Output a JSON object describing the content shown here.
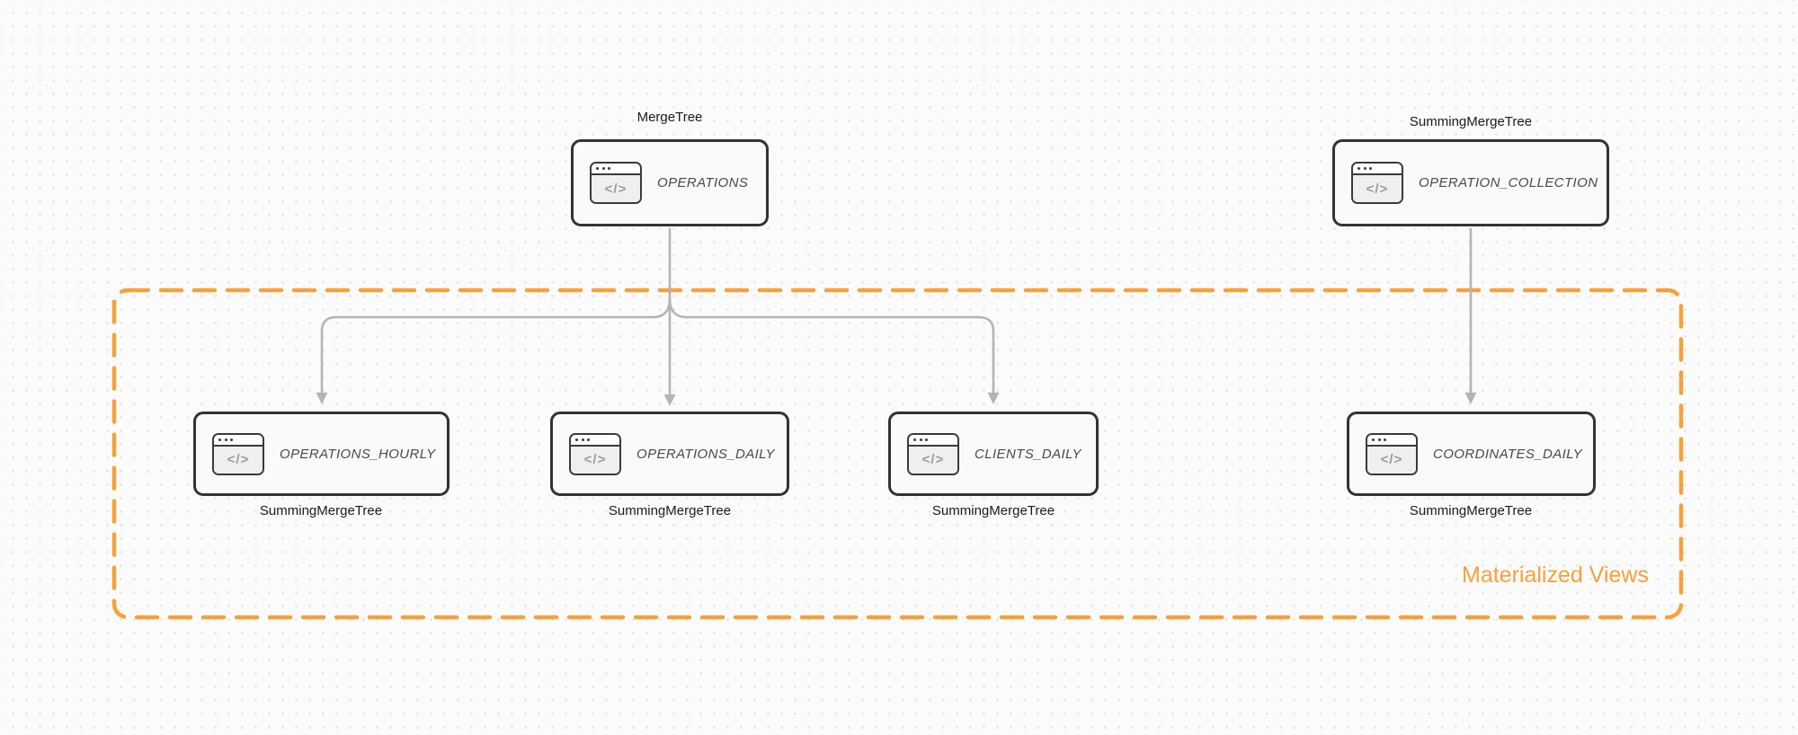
{
  "diagram": {
    "group_label": "Materialized Views",
    "icon": {
      "name": "code-window-icon",
      "glyph": "</>"
    },
    "colors": {
      "accent_orange": "#F6A13B",
      "arrow_gray": "#B4B4B4",
      "node_border": "#333333",
      "node_fill": "#F9FAFA"
    },
    "nodes": [
      {
        "id": "operations",
        "title": "OPERATIONS",
        "engine_label": "MergeTree",
        "engine_label_position": "above",
        "in_materialized_views_group": false
      },
      {
        "id": "operation_collection",
        "title": "OPERATION_COLLECTION",
        "engine_label": "SummingMergeTree",
        "engine_label_position": "above",
        "in_materialized_views_group": false
      },
      {
        "id": "operations_hourly",
        "title": "OPERATIONS_HOURLY",
        "engine_label": "SummingMergeTree",
        "engine_label_position": "below",
        "in_materialized_views_group": true
      },
      {
        "id": "operations_daily",
        "title": "OPERATIONS_DAILY",
        "engine_label": "SummingMergeTree",
        "engine_label_position": "below",
        "in_materialized_views_group": true
      },
      {
        "id": "clients_daily",
        "title": "CLIENTS_DAILY",
        "engine_label": "SummingMergeTree",
        "engine_label_position": "below",
        "in_materialized_views_group": true
      },
      {
        "id": "coordinates_daily",
        "title": "COORDINATES_DAILY",
        "engine_label": "SummingMergeTree",
        "engine_label_position": "below",
        "in_materialized_views_group": true
      }
    ],
    "edges": [
      {
        "from": "operations",
        "to": "operations_hourly"
      },
      {
        "from": "operations",
        "to": "operations_daily"
      },
      {
        "from": "operations",
        "to": "clients_daily"
      },
      {
        "from": "operation_collection",
        "to": "coordinates_daily"
      }
    ]
  }
}
